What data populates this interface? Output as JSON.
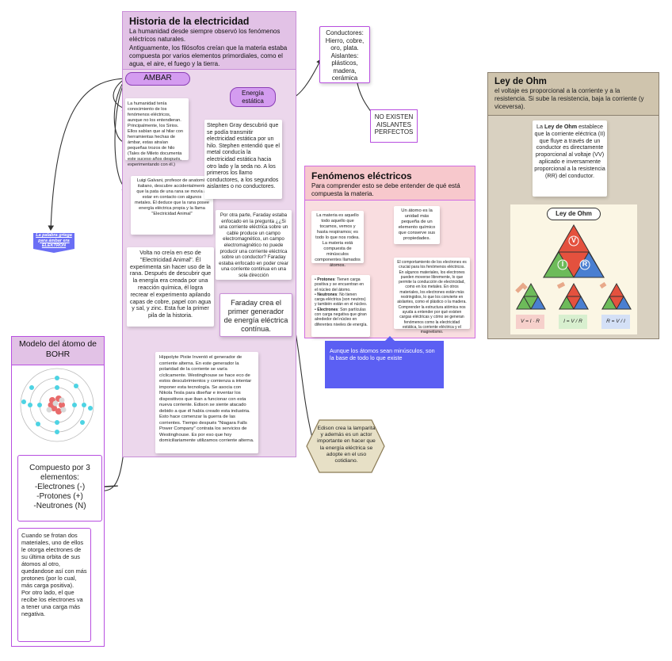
{
  "historia": {
    "title": "Historia de la electricidad",
    "subtitle": "La humanidad desde siempre observó los fenómenos eléctricos naturales.",
    "intro": "Antiguamente, los filósofos creían que la materia estaba compuesta por varios elementos primordiales, como el agua, el aire, el fuego y la tierra.",
    "ambar_label": "AMBAR",
    "energia_label": "Energía estática",
    "card_tales": "La humanidad tenía conocimiento de los fenómenos eléctricos, aunque no los entendieran. Principalmente, los Sirios. Ellos sabían que al hilar con herramientas hechas de ámbar, estas atraían pequeñas trozos de hilo (Tales de Mileto documenta este suceso años después, experimentando con él.)",
    "card_galvani": "Luigi Galvani, profesor de anatomía italiano, descubre accidentalmente que la pata de una rana se movía al estar en contacto con algunos metales. Él deduce que la rana posee energía eléctrica propia y la llama \"Electricidad Animal\"",
    "card_volta": "Volta no creía en eso de \"Electricidad Animal\". Él experimenta sin hacer uso de la rana. Después de descubrir que la energía era creada por una reacción química, él logra recrear el experimento apilando capas de cobre, papel con agua y sal, y zinc. Esta fue la primer pila de la historia.",
    "card_gray": "Stephen Gray descubrió que se podía transmitir electricidad estática por un hilo. Stephen entendió que el metal conducía la electricidad estática hacia otro lado y la seda no. A los primeros los llamo conductores, a los segundos aislantes o no conductores.",
    "card_faraday_q": "Por otra parte, Faraday estaba enfocado en la pregunta ¿¿Si una corriente eléctrica sobre un cable produce un campo electromagnético, un campo electromagnético no puede producir una corriente eléctrica sobre un conductor? Faraday estaba enfocado en poder crear una corriente continua en una sola dirección",
    "card_faraday": "Faraday crea el primer generador de energía eléctrica contínua.",
    "card_pixie": "Hippolyte Pixiie Inventó el generador de corriente alterna. En este generador la polaridad de la corriente se varía cíclicamente. Westinghouse se hace eco de estos descubrimientos y comienza a intentar imponer esta tecnología. Se asocia con Nikola Tesla para diseñar e inventar los dispositivos que iban a funcionar con esta nueva corriente. Edison se siente atacado debido a que él había creado esta industria. Esto hace comenzar la guerra de las corrientes. Tiempo después \"Niagara Falls Power Company\" contrata los servicios de Westinghouse. Es por eso que hoy domiciliariamente utilizamos corriente alterna."
  },
  "conductores": "Conductores: Hierro, cobre, oro, plata. Aislantes: plásticos, madera, cerámica",
  "no_aislantes": "NO EXISTEN AISLANTES PERFECTOS",
  "electron_flag": "La palabra griega para ámbar era ELEKTRON",
  "edison": "Edison crea la lamparita y además es un actor importante en hacer que la energía eléctrica se adopte en el uso cotidiano.",
  "fenomenos": {
    "title": "Fenómenos eléctricos",
    "subtitle": "Para comprender esto se debe entender de qué está compuesta la materia.",
    "card_materia": "La materia es aquello todo aquello que tocamos, vemos y hasta respiramos; es todo lo que nos rodea. La materia está compuesta de minúsculos componentes llamados átomos.",
    "card_atomo": "Un átomo es la unidad más pequeña de un elemento químico que conserve sus propiedades.",
    "card_comportamiento": "El comportamiento de los electrones es crucial para los fenómenos eléctricos. En algunos materiales, los electrones pueden moverse libremente, lo que permite la conducción de electricidad, como en los metales. En otros materiales, los electrones están más restringidos, lo que los convierte en aislantes, como el plástico o la madera. Comprender la estructura atómica nos ayuda a entender por qué existen cargas eléctricas y cómo se generan fenómenos como la electricidad estática, la corriente eléctrica y el magnetismo.",
    "particles": [
      {
        "term": "Protones",
        "desc": ": Tienen carga positiva y se encuentran en el núcleo del átomo."
      },
      {
        "term": "Neutrones",
        "desc": ": No tienen carga eléctrica (son neutros) y también están en el núcleo."
      },
      {
        "term": "Electrones",
        "desc": ": Son partículas con carga negativa que giran alrededor del núcleo en diferentes niveles de energía."
      }
    ],
    "blue_note": "Aunque los átomos sean minúsculos, son la base de todo lo que existe"
  },
  "ohm": {
    "title": "Ley de Ohm",
    "subtitle": "el voltaje es proporcional a la corriente y a la resistencia. Si sube la resistencia, baja la corriente (y viceversa).",
    "card_pre": "La ",
    "card_bold": "Ley de Ohm",
    "card_post": " establece que la corriente eléctrica (II) que fluye a través de un conductor es directamente proporcional al voltaje (VV) aplicado e inversamente proporcional a la resistencia (RR) del conductor.",
    "diagram_title": "Ley de Ohm",
    "tri_v": "V",
    "tri_i": "I",
    "tri_r": "R",
    "formula_v": "V = I · R",
    "formula_i": "I = V / R",
    "formula_r": "R = V / I",
    "colors": {
      "v": "#e4513e",
      "i": "#6dbb5a",
      "r": "#4a7fd1"
    }
  },
  "bohr": {
    "title": "Modelo del átomo de BOHR",
    "compuesto": "Compuesto por 3 elementos:",
    "elems": [
      "-Electrones (-)",
      "-Protones (+)",
      "-Neutrones (N)"
    ],
    "frotan": "Cuando se frotan dos materiales, uno de ellos le otorga electrones de su última orbita de sus átomos al otro, quedandose así con más protones (por lo cual, más carga positiva).\nPor otro lado, el que recibe los electrones va a tener una carga más negativa."
  }
}
